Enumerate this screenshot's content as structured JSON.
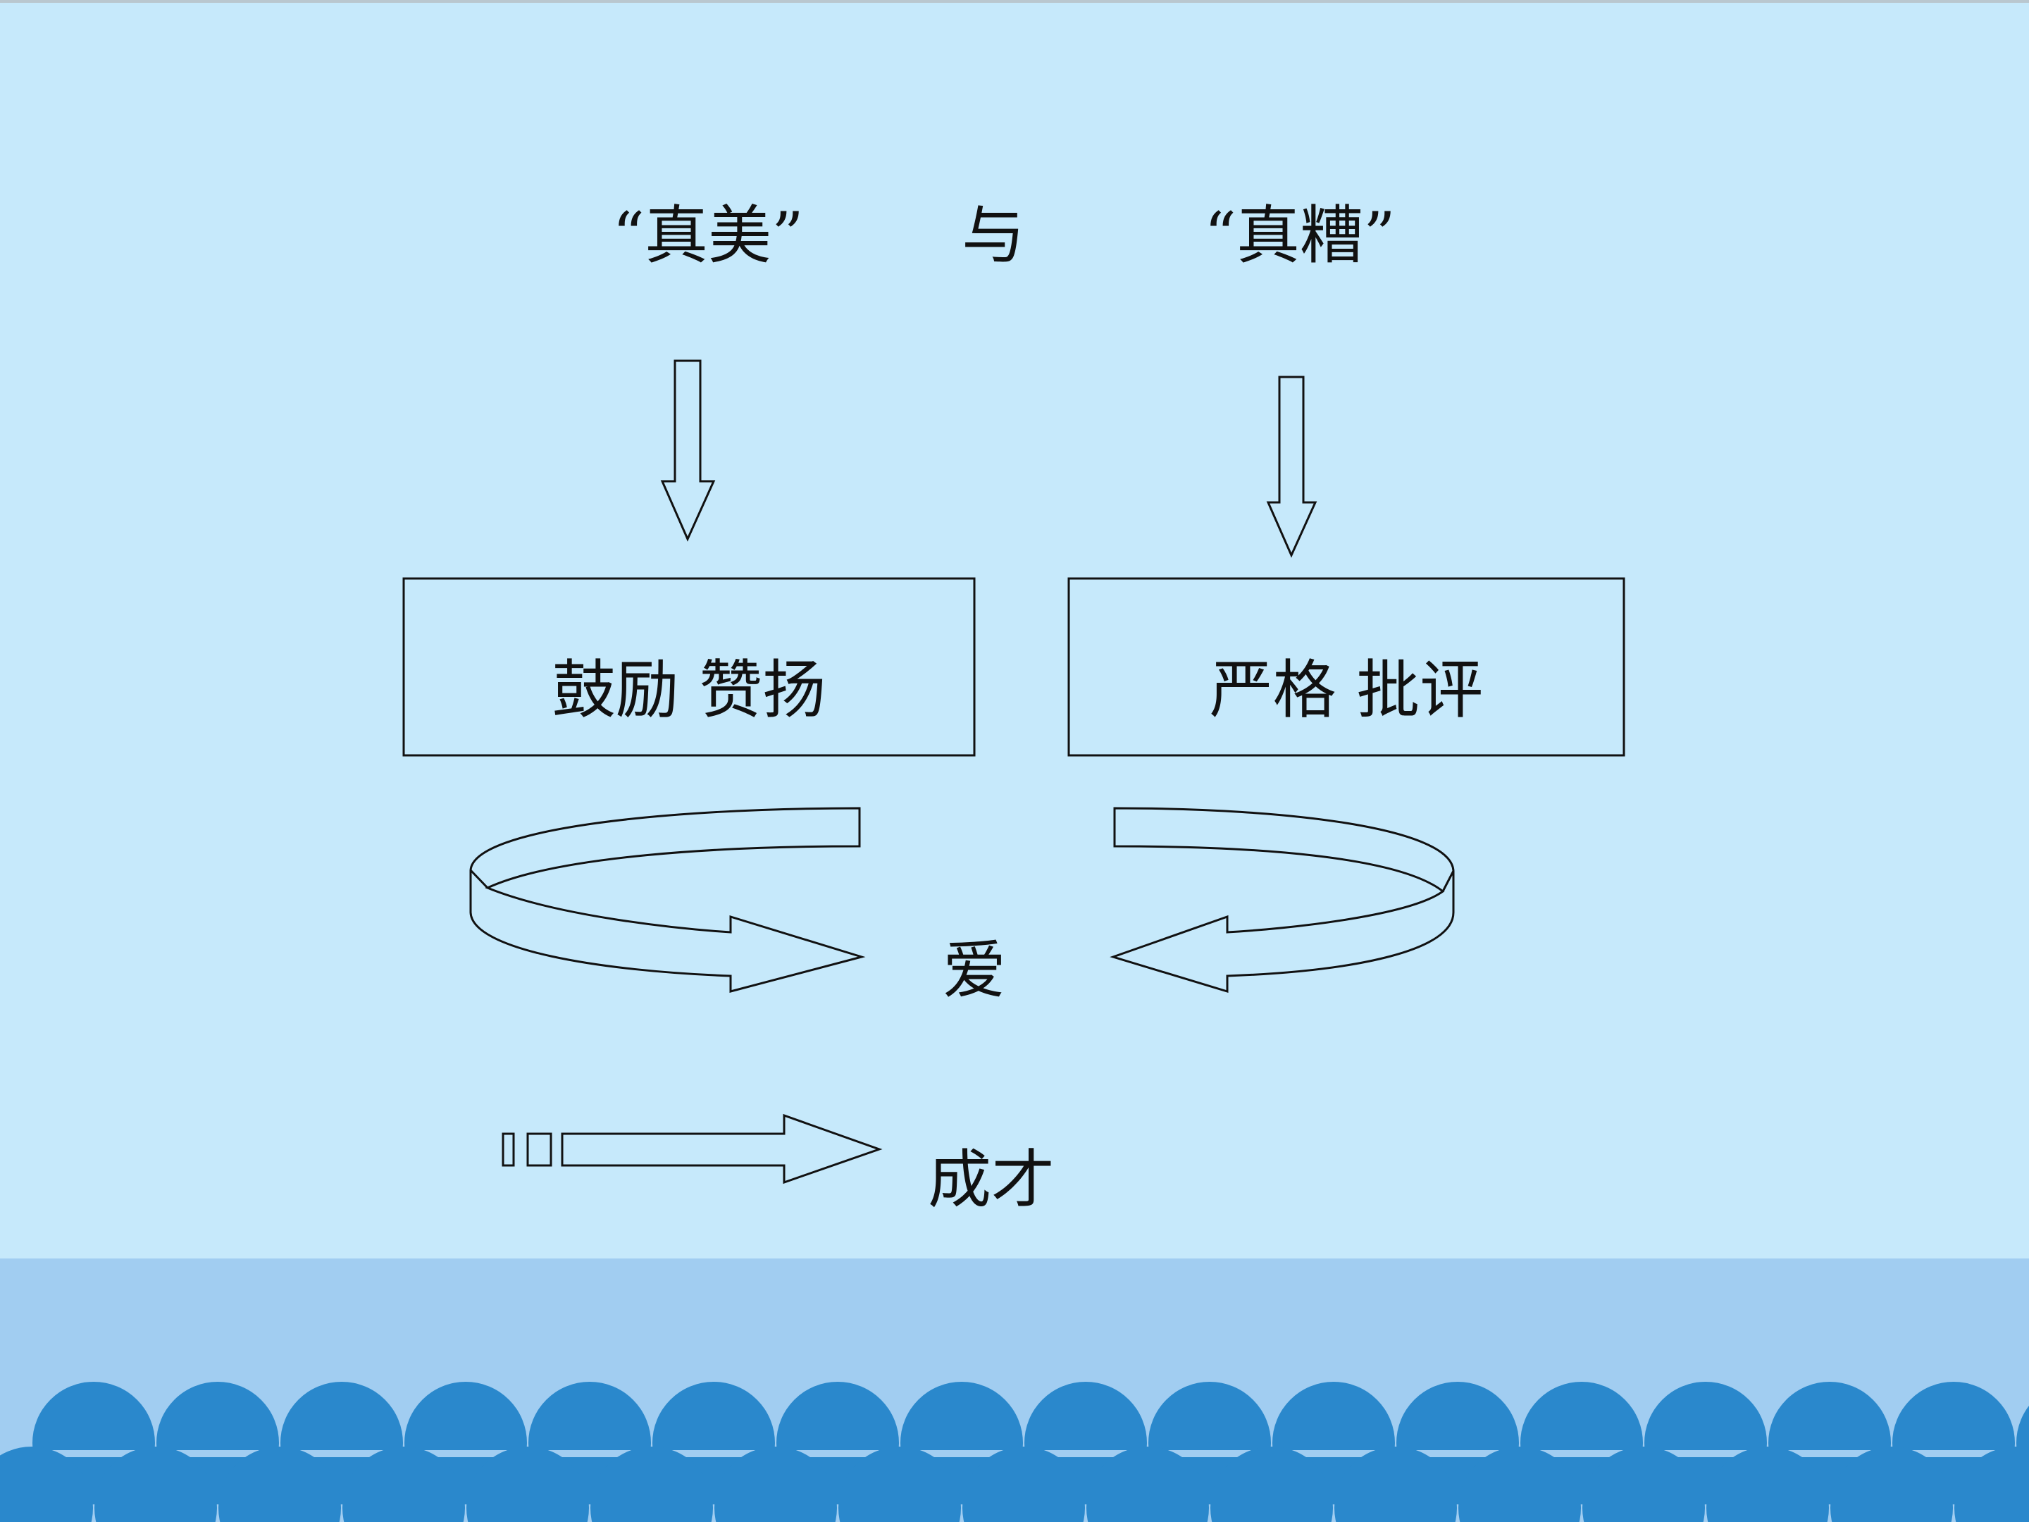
{
  "diagram": {
    "top_left_label": "“真美”",
    "connector_label": "与",
    "top_right_label": "“真糟”",
    "left_box_label": "鼓励  赞扬",
    "right_box_label": "严格  批评",
    "center_label": "爱",
    "bottom_label": "成才"
  },
  "colors": {
    "background": "#c6e9fb",
    "footer_band": "#a1cdf1",
    "wave": "#2a88cc",
    "line": "#111111"
  }
}
